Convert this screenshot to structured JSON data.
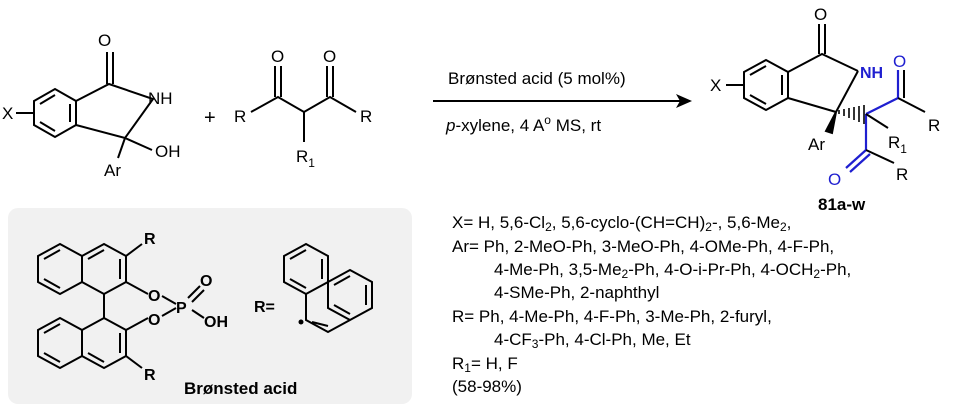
{
  "reaction": {
    "reactant1": {
      "substituent": "X",
      "nh": "NH",
      "oh": "OH",
      "o": "O",
      "ar": "Ar"
    },
    "plus": "+",
    "reactant2": {
      "r_left": "R",
      "r_right": "R",
      "r1": "R",
      "r1_sub": "1",
      "o_left": "O",
      "o_right": "O"
    },
    "conditions": {
      "above": "Brønsted acid (5 mol%)",
      "below_prefix": "p",
      "below_rest": "-xylene, 4 A",
      "below_deg": "o",
      "below_end": " MS, rt"
    },
    "product": {
      "x": "X",
      "nh": "NH",
      "o_top": "O",
      "ar": "Ar",
      "r_top": "R",
      "r1": "R",
      "r1_sub": "1",
      "r_bottom": "R",
      "o_blue_top": "O",
      "o_blue_bottom": "O",
      "label": "81a-w"
    }
  },
  "catalyst": {
    "label": "Brønsted acid",
    "r_top": "R",
    "r_bottom": "R",
    "o1": "O",
    "o2": "O",
    "p": "P",
    "o_double": "O",
    "oh": "OH",
    "r_eq": "R="
  },
  "scope": {
    "x_line": [
      "X= H, 5,6-Cl",
      "2",
      ", 5,6-cyclo-(CH=CH)",
      "2",
      "-, 5,6-Me",
      "2",
      ","
    ],
    "ar_line1": "Ar= Ph, 2-MeO-Ph, 3-MeO-Ph, 4-OMe-Ph, 4-F-Ph,",
    "ar_line2": [
      "4-Me-Ph, 3,5-Me",
      "2",
      "-Ph, 4-O-i-Pr-Ph, 4-OCH",
      "2",
      "-Ph,"
    ],
    "ar_line3": "4-SMe-Ph, 2-naphthyl",
    "r_line1": "R= Ph, 4-Me-Ph, 4-F-Ph, 3-Me-Ph, 2-furyl,",
    "r_line2": [
      "4-CF",
      "3",
      "-Ph, 4-Cl-Ph, Me, Et"
    ],
    "r1_line": [
      "R",
      "1",
      "= H, F"
    ],
    "yield": "(58-98%)"
  },
  "colors": {
    "highlight": "#1f1fd0",
    "catalyst_box": "#f1f1f1"
  }
}
